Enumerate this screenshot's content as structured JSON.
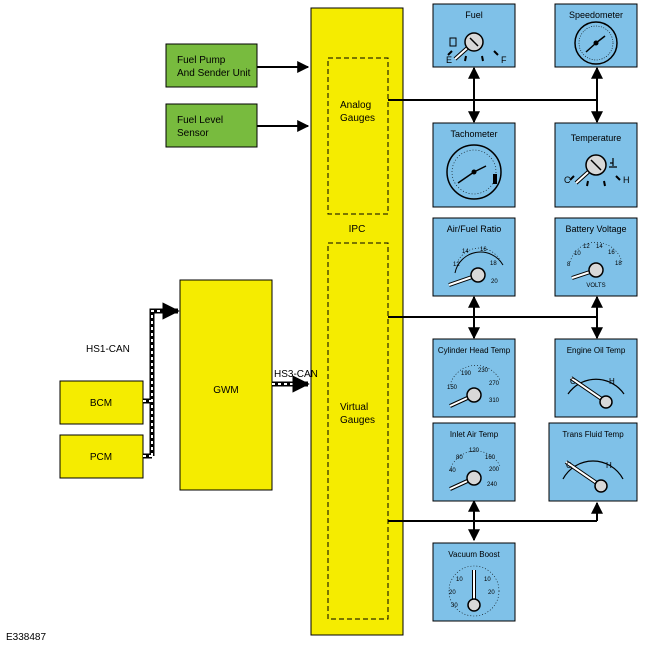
{
  "figure_id": "E338487",
  "colors": {
    "module_fill": "#f5ec00",
    "sensor_fill": "#78bb3e",
    "gauge_fill": "#7fc1e8",
    "stroke": "#000000"
  },
  "sensors": {
    "fuel_pump": [
      "Fuel Pump",
      "And Sender Unit"
    ],
    "fuel_level": [
      "Fuel Level",
      "Sensor"
    ]
  },
  "modules": {
    "bcm": "BCM",
    "pcm": "PCM",
    "gwm": "GWM"
  },
  "ipc": {
    "label": "IPC",
    "analog": [
      "Analog",
      "Gauges"
    ],
    "virtual": [
      "Virtual",
      "Gauges"
    ]
  },
  "bus": {
    "hs1": "HS1-CAN",
    "hs3": "HS3-CAN"
  },
  "gauges": {
    "fuel": {
      "title": "Fuel",
      "e": "E",
      "f": "F"
    },
    "speedometer": {
      "title": "Speedometer"
    },
    "tachometer": {
      "title": "Tachometer"
    },
    "temperature": {
      "title": "Temperature",
      "c": "C",
      "h": "H"
    },
    "afr": {
      "title": "Air/Fuel Ratio",
      "ticks": [
        "12",
        "14",
        "16",
        "18",
        "20"
      ]
    },
    "battery": {
      "title": "Battery Voltage",
      "ticks": [
        "8",
        "10",
        "12",
        "14",
        "16",
        "18"
      ],
      "unit": "VOLTS"
    },
    "cht": {
      "title": "Cylinder Head Temp",
      "ticks": [
        "150",
        "190",
        "230",
        "270",
        "310"
      ]
    },
    "oil": {
      "title": "Engine Oil Temp",
      "c": "C",
      "h": "H"
    },
    "iat": {
      "title": "Inlet Air Temp",
      "ticks": [
        "40",
        "80",
        "120",
        "160",
        "200",
        "240"
      ]
    },
    "trans": {
      "title": "Trans Fluid Temp",
      "c": "C",
      "h": "H"
    },
    "vacuum": {
      "title": "Vacuum Boost",
      "ticks": [
        "10",
        "20",
        "30",
        "10",
        "20"
      ]
    }
  }
}
